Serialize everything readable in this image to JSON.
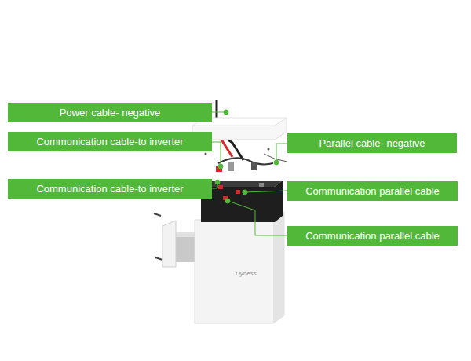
{
  "diagram": {
    "nodes": [
      {
        "text": [
          "Power cable- negative"
        ]
      },
      {
        "text": [
          "Communication cable-to inverter"
        ]
      },
      {
        "text": [
          "Parallel cable- negative"
        ]
      },
      {
        "text": [
          "Communication cable-to inverter"
        ]
      },
      {
        "text": [
          "Communication parallel cable"
        ]
      },
      {
        "text": [
          "Communication parallel cable"
        ]
      }
    ],
    "labels": [
      "Dyness"
    ]
  }
}
